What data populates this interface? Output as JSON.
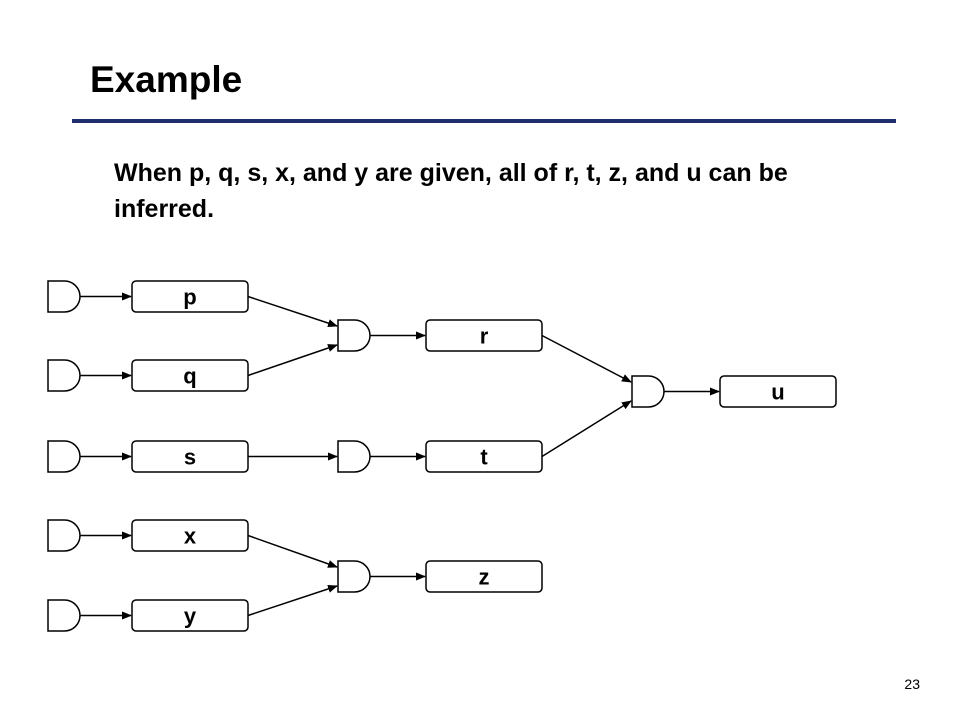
{
  "slide": {
    "title": "Example",
    "body": "When p, q, s, x, and y are given, all of  r, t, z, and u can be inferred.",
    "page_number": "23"
  },
  "diagram": {
    "nodes": [
      {
        "id": "p",
        "label": "p"
      },
      {
        "id": "q",
        "label": "q"
      },
      {
        "id": "s",
        "label": "s"
      },
      {
        "id": "x",
        "label": "x"
      },
      {
        "id": "y",
        "label": "y"
      },
      {
        "id": "r",
        "label": "r"
      },
      {
        "id": "t",
        "label": "t"
      },
      {
        "id": "z",
        "label": "z"
      },
      {
        "id": "u",
        "label": "u"
      }
    ],
    "rules": [
      {
        "inputs": [
          "p",
          "q"
        ],
        "output": "r"
      },
      {
        "inputs": [
          "s"
        ],
        "output": "t"
      },
      {
        "inputs": [
          "x",
          "y"
        ],
        "output": "z"
      },
      {
        "inputs": [
          "r",
          "t"
        ],
        "output": "u"
      }
    ],
    "facts": [
      "p",
      "q",
      "s",
      "x",
      "y"
    ],
    "stroke_color": "#000000",
    "rule_color": "#1f2f6e"
  }
}
